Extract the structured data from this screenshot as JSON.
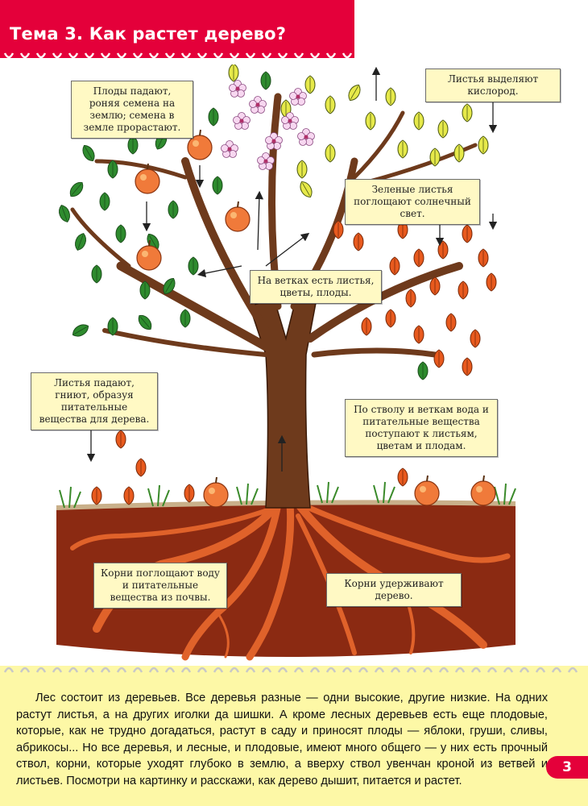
{
  "header": {
    "title": "Тема 3. Как растет дерево?"
  },
  "labels": {
    "fruit_fall": "Плоды падают, роняя семена на землю; семена в земле прорастают.",
    "oxygen": "Листья выделяют кислород.",
    "sunlight": "Зеленые листья поглощают солнечный свет.",
    "branches": "На ветках есть листья, цветы, плоды.",
    "leaves_fall": "Листья падают, гниют, образуя питательные вещества для дерева.",
    "trunk_flow": "По стволу и веткам вода и питательные вещества поступают к листьям, цветам и плодам.",
    "roots_absorb": "Корни поглощают воду и питательные вещества из почвы.",
    "roots_hold": "Корни удерживают дерево."
  },
  "text": {
    "paragraph": "Лес состоит из деревьев. Все деревья разные — одни высокие, другие низкие. На одних растут листья, а на других иголки да шишки. А кроме лесных деревьев есть еще плодовые, которые, как не трудно догадаться, растут в саду и приносят плоды — яблоки, груши, сливы, абрикосы...  Но все деревья, и лесные, и плодовые, имеют много общего — у них есть прочный ствол, корни, которые уходят глубоко в землю, а вверху ствол увенчан кроной из ветвей и листьев. Посмотри на картинку и расскажи, как дерево дышит, питается и растет."
  },
  "page": {
    "number": "3"
  },
  "colors": {
    "accent_red": "#e4003a",
    "bottom_panel": "#fdf8a6",
    "label_bg": "#fff9c4",
    "soil": "#8b2a12",
    "trunk": "#6e3a1c",
    "roots": "#e0622a",
    "leaf_green": "#2e8b2e",
    "leaf_yellow": "#e6e94a",
    "leaf_orange": "#e85a1e"
  },
  "icons": [
    "tree-illustration",
    "apple-icon",
    "flower-icon",
    "leaf-icon",
    "arrow-icon",
    "spiral-binding"
  ]
}
